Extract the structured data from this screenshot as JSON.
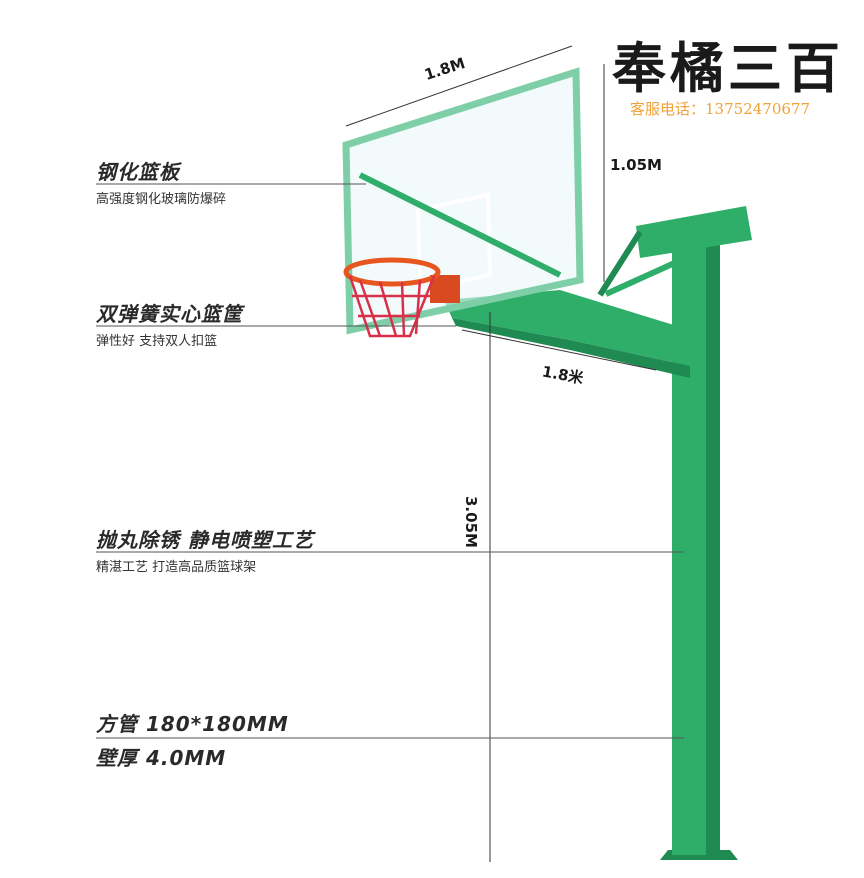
{
  "brand": {
    "name": "奉橘三百",
    "phone_label": "客服电话：",
    "phone_number": "13752470677"
  },
  "features": [
    {
      "title": "钢化篮板",
      "subtitle": "高强度钢化玻璃防爆碎"
    },
    {
      "title": "双弹簧实心篮筐",
      "subtitle": "弹性好 支持双人扣篮"
    },
    {
      "title": "抛丸除锈 静电喷塑工艺",
      "subtitle": "精湛工艺 打造高品质篮球架"
    },
    {
      "title": "方管 180*180MM",
      "subtitle": ""
    },
    {
      "title": "壁厚 4.0MM",
      "subtitle": ""
    }
  ],
  "dimensions": {
    "board_width": "1.8M",
    "board_height": "1.05M",
    "arm_length": "1.8米",
    "rim_height": "3.05M"
  },
  "colors": {
    "pole_green": "#2fae6a",
    "pole_dark": "#1f8a52",
    "rim_orange": "#e8561f",
    "net_red": "#d9304a",
    "phone_orange": "#f0a23a"
  }
}
